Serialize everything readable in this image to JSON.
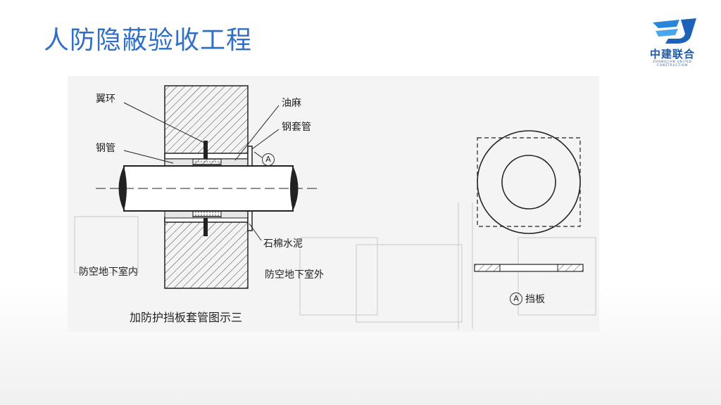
{
  "slide": {
    "title": "人防隐蔽验收工程"
  },
  "logo": {
    "name": "中建联合",
    "subtitle": "ZHONGJIAN UNITED CONSTRUCTION"
  },
  "figure": {
    "labels": {
      "wing_ring": "翼环",
      "oakum": "油麻",
      "steel_sleeve": "钢套管",
      "steel_pipe": "钢管",
      "asbestos_cement": "石棉水泥",
      "inside": "防空地下室内",
      "outside": "防空地下室外",
      "callout_a": "A",
      "baffle": "挡板",
      "caption": "加防护挡板套管图示三"
    }
  }
}
